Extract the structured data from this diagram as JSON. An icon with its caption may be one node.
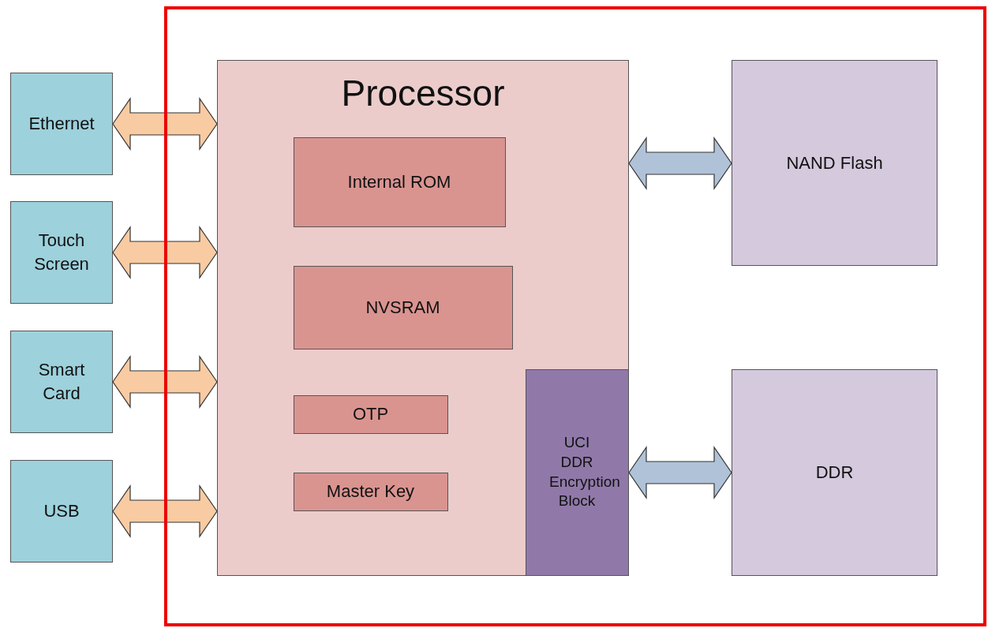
{
  "diagram": {
    "nodes": [
      {
        "text": [],
        "shape": "box"
      },
      {
        "text": [
          "Processor"
        ],
        "in": 0
      },
      {
        "text": [
          "Internal ROM"
        ],
        "in": 1
      },
      {
        "text": [
          "NVSRAM"
        ],
        "in": 1
      },
      {
        "text": [
          "OTP"
        ],
        "in": 1
      },
      {
        "text": [
          "Master Key"
        ],
        "in": 1
      },
      {
        "text": [
          "UCI DDR Encryption Block"
        ],
        "in": 1
      },
      {
        "text": [
          "NAND Flash"
        ],
        "in": 0
      },
      {
        "text": [
          "DDR"
        ],
        "in": 0
      },
      {
        "text": [
          "Ethernet"
        ]
      },
      {
        "text": [
          "Touch Screen"
        ]
      },
      {
        "text": [
          "Smart Card"
        ]
      },
      {
        "text": [
          "USB"
        ]
      }
    ],
    "edges": [
      {
        "from": 9,
        "to": 1,
        "arrow": "both"
      },
      {
        "from": 10,
        "to": 1,
        "arrow": "both"
      },
      {
        "from": 11,
        "to": 1,
        "arrow": "both"
      },
      {
        "from": 12,
        "to": 1,
        "arrow": "both"
      },
      {
        "from": 1,
        "to": 7,
        "arrow": "both",
        "color": "#b0c2d8"
      },
      {
        "from": 6,
        "to": 8,
        "arrow": "both",
        "color": "#b0c2d8"
      }
    ]
  }
}
